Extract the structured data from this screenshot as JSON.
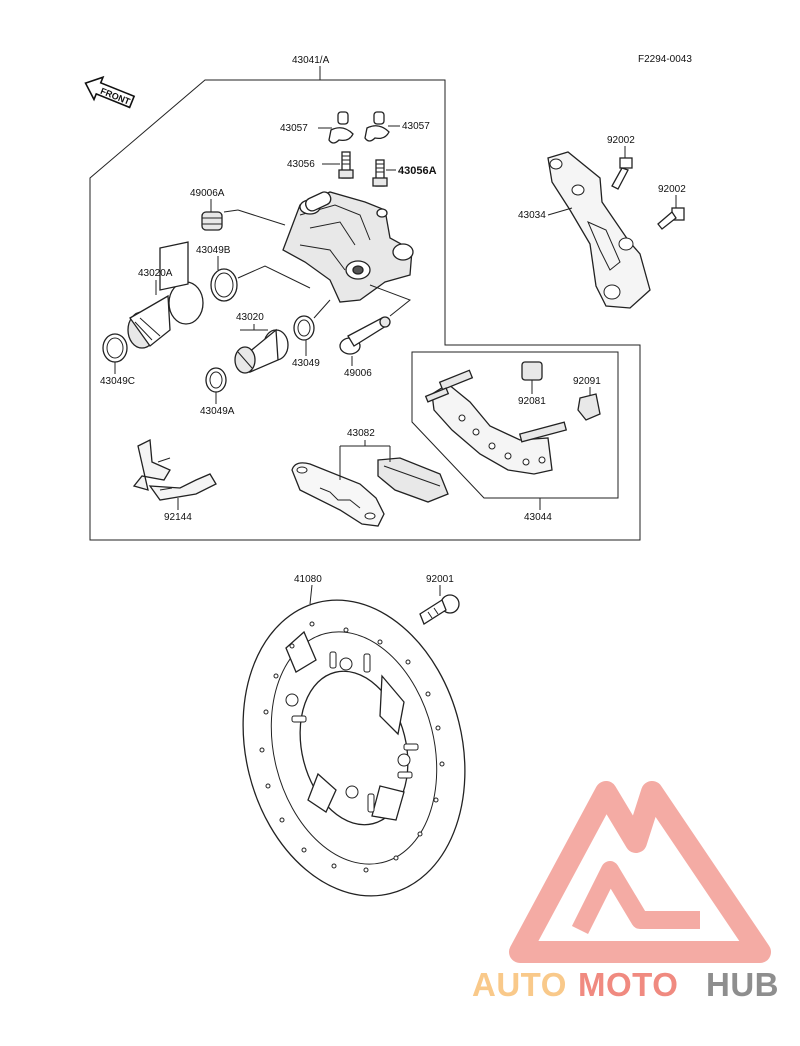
{
  "diagram": {
    "ref_code": "F2294-0043",
    "front_label": "FRONT",
    "labels": {
      "caliper_assy": "43041/A",
      "bleeder_cap_l": "43057",
      "bleeder_cap_r": "43057",
      "bleeder_valve_l": "43056",
      "bleeder_valve_r": "43056A",
      "boot_a": "49006A",
      "seal_b": "43049B",
      "piston_a": "43020A",
      "piston": "43020",
      "seal_c": "43049C",
      "seal": "43049",
      "seal_a": "43049A",
      "pin": "49006",
      "bracket": "43034",
      "bolt_top": "92002",
      "bolt_side": "92002",
      "holder": "43044",
      "shim": "92081",
      "clip": "92091",
      "pad_set": "43082",
      "spring": "92144",
      "disc": "41080",
      "disc_bolt": "92001"
    }
  },
  "watermark": {
    "text_part1": "AUTO",
    "text_part2": "MOTO",
    "text_part3": "HUB",
    "color_light": "#f9c98a",
    "color_red": "#f08a80",
    "color_grey": "#8e8e8e"
  }
}
